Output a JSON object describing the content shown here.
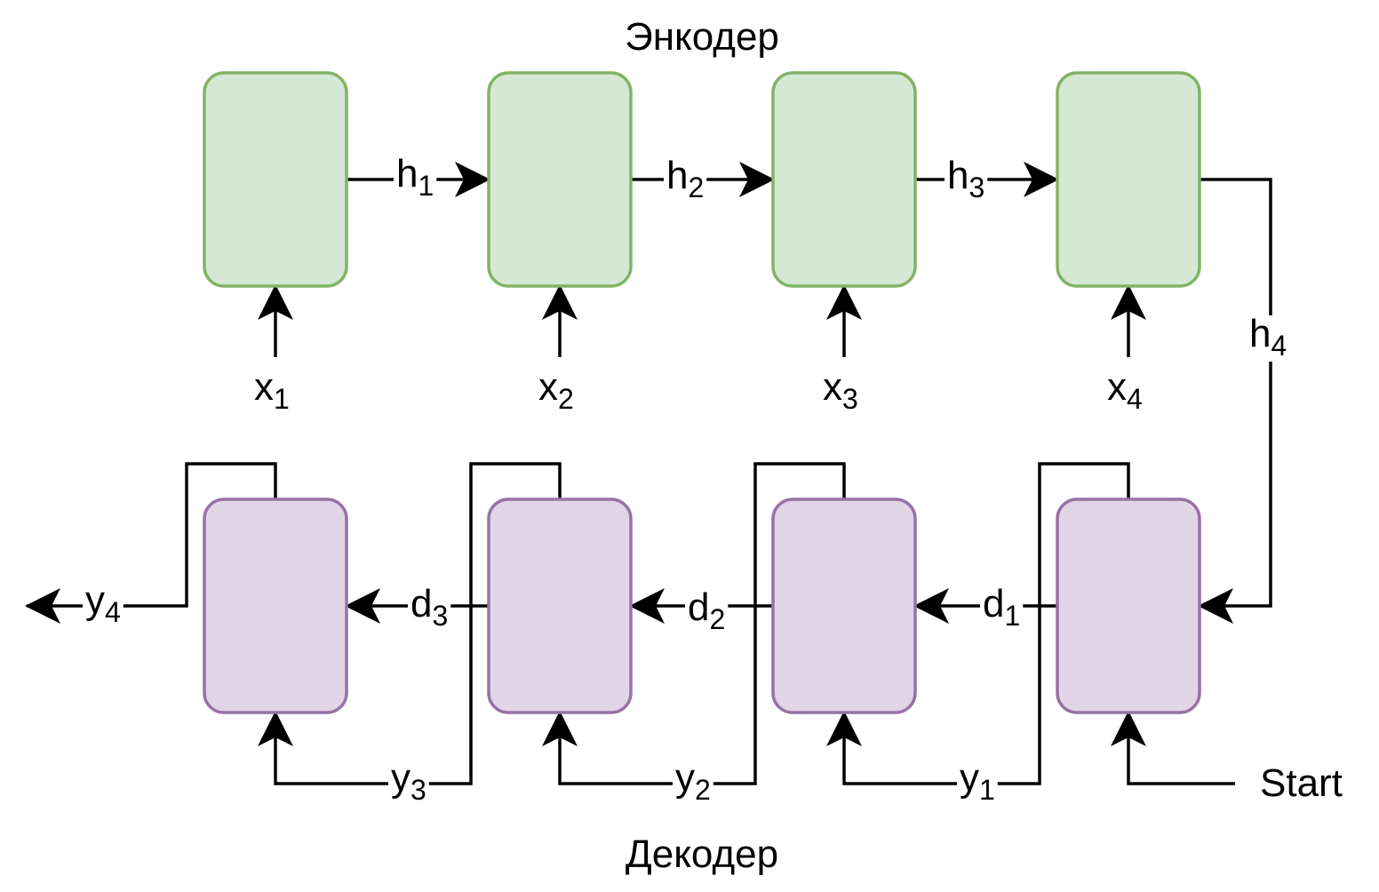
{
  "encoder": {
    "title": "Энкодер",
    "fill": "#d5e8d4",
    "stroke": "#82b366",
    "hidden_labels": [
      {
        "base": "h",
        "sub": "1"
      },
      {
        "base": "h",
        "sub": "2"
      },
      {
        "base": "h",
        "sub": "3"
      },
      {
        "base": "h",
        "sub": "4"
      }
    ],
    "input_labels": [
      {
        "base": "x",
        "sub": "1"
      },
      {
        "base": "x",
        "sub": "2"
      },
      {
        "base": "x",
        "sub": "3"
      },
      {
        "base": "x",
        "sub": "4"
      }
    ]
  },
  "decoder": {
    "title": "Декодер",
    "fill": "#e1d5e7",
    "stroke": "#9673a6",
    "state_labels": [
      {
        "base": "d",
        "sub": "1"
      },
      {
        "base": "d",
        "sub": "2"
      },
      {
        "base": "d",
        "sub": "3"
      }
    ],
    "output_labels": [
      {
        "base": "y",
        "sub": "1"
      },
      {
        "base": "y",
        "sub": "2"
      },
      {
        "base": "y",
        "sub": "3"
      },
      {
        "base": "y",
        "sub": "4"
      }
    ],
    "start_label": "Start"
  }
}
